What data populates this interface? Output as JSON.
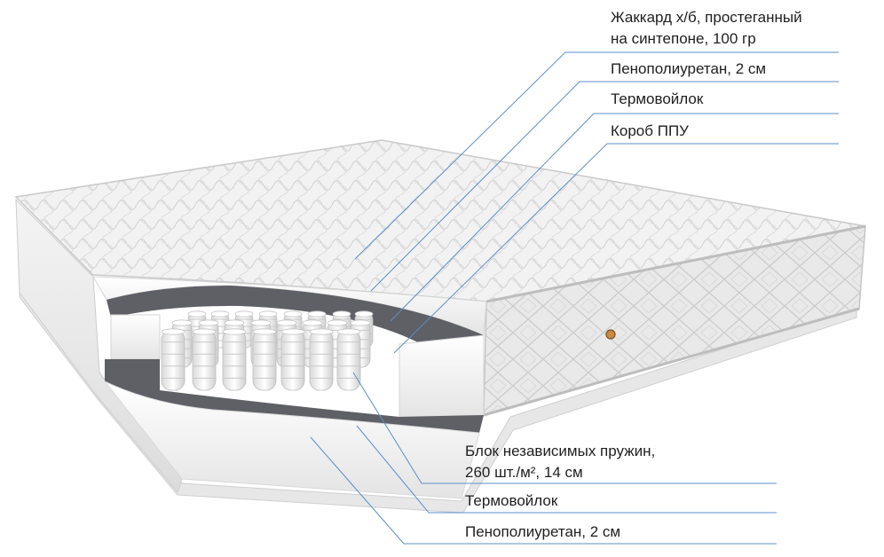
{
  "callouts_top": [
    {
      "id": "jacquard",
      "lines": [
        "Жаккард х/б, простеганный",
        "на синтепоне, 100 гр"
      ]
    },
    {
      "id": "ppu-top",
      "lines": [
        "Пенополиуретан, 2 см"
      ]
    },
    {
      "id": "felt-top",
      "lines": [
        "Термовойлок"
      ]
    },
    {
      "id": "box",
      "lines": [
        "Короб ППУ"
      ]
    }
  ],
  "callouts_bottom": [
    {
      "id": "springs",
      "lines": [
        "Блок независимых пружин,",
        "260 шт./м², 14 см"
      ]
    },
    {
      "id": "felt-bottom",
      "lines": [
        "Термовойлок"
      ]
    },
    {
      "id": "ppu-bottom",
      "lines": [
        "Пенополиуретан, 2 см"
      ]
    }
  ],
  "colors": {
    "leader_line": "#5b8fc9",
    "label_text": "#1f1f1f",
    "felt": "#5f6066",
    "foam": "#f6f6f6",
    "fabric": "#ececec"
  }
}
